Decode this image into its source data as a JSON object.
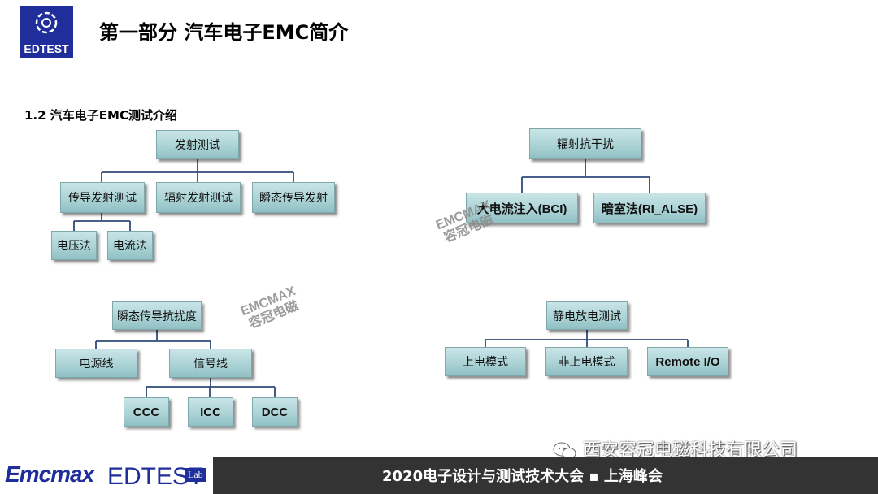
{
  "header": {
    "logo_text": "EDTEST",
    "title": "第一部分 汽车电子EMC简介"
  },
  "section": {
    "title": "1.2 汽车电子EMC测试介绍"
  },
  "diagrams": {
    "emission": {
      "root": "发射测试",
      "children": [
        "传导发射测试",
        "辐射发射测试",
        "瞬态传导发射"
      ],
      "conducted_children": [
        "电压法",
        "电流法"
      ]
    },
    "radiated_immunity": {
      "root": "辐射抗干扰",
      "children": [
        "大电流注入(BCI)",
        "暗室法(RI_ALSE)"
      ]
    },
    "transient_immunity": {
      "root": "瞬态传导抗扰度",
      "children": [
        "电源线",
        "信号线"
      ],
      "signal_children": [
        "CCC",
        "ICC",
        "DCC"
      ]
    },
    "esd": {
      "root": "静电放电测试",
      "children": [
        "上电模式",
        "非上电模式",
        "Remote I/O"
      ]
    }
  },
  "watermarks": {
    "line1": "EMCMAX",
    "line2": "容冠电磁"
  },
  "footer": {
    "brand": "Emcmax",
    "lab_brand": "EDTEST",
    "lab_badge": "Lab",
    "conference": "2020电子设计与测试技术大会 ▪ 上海峰会",
    "wechat": "西安容冠电磁科技有限公司"
  },
  "colors": {
    "brand_blue": "#1f2e9b",
    "box_fill": "#a9d1d4",
    "connector": "#2e4a7a",
    "footer_bg": "#333333"
  }
}
